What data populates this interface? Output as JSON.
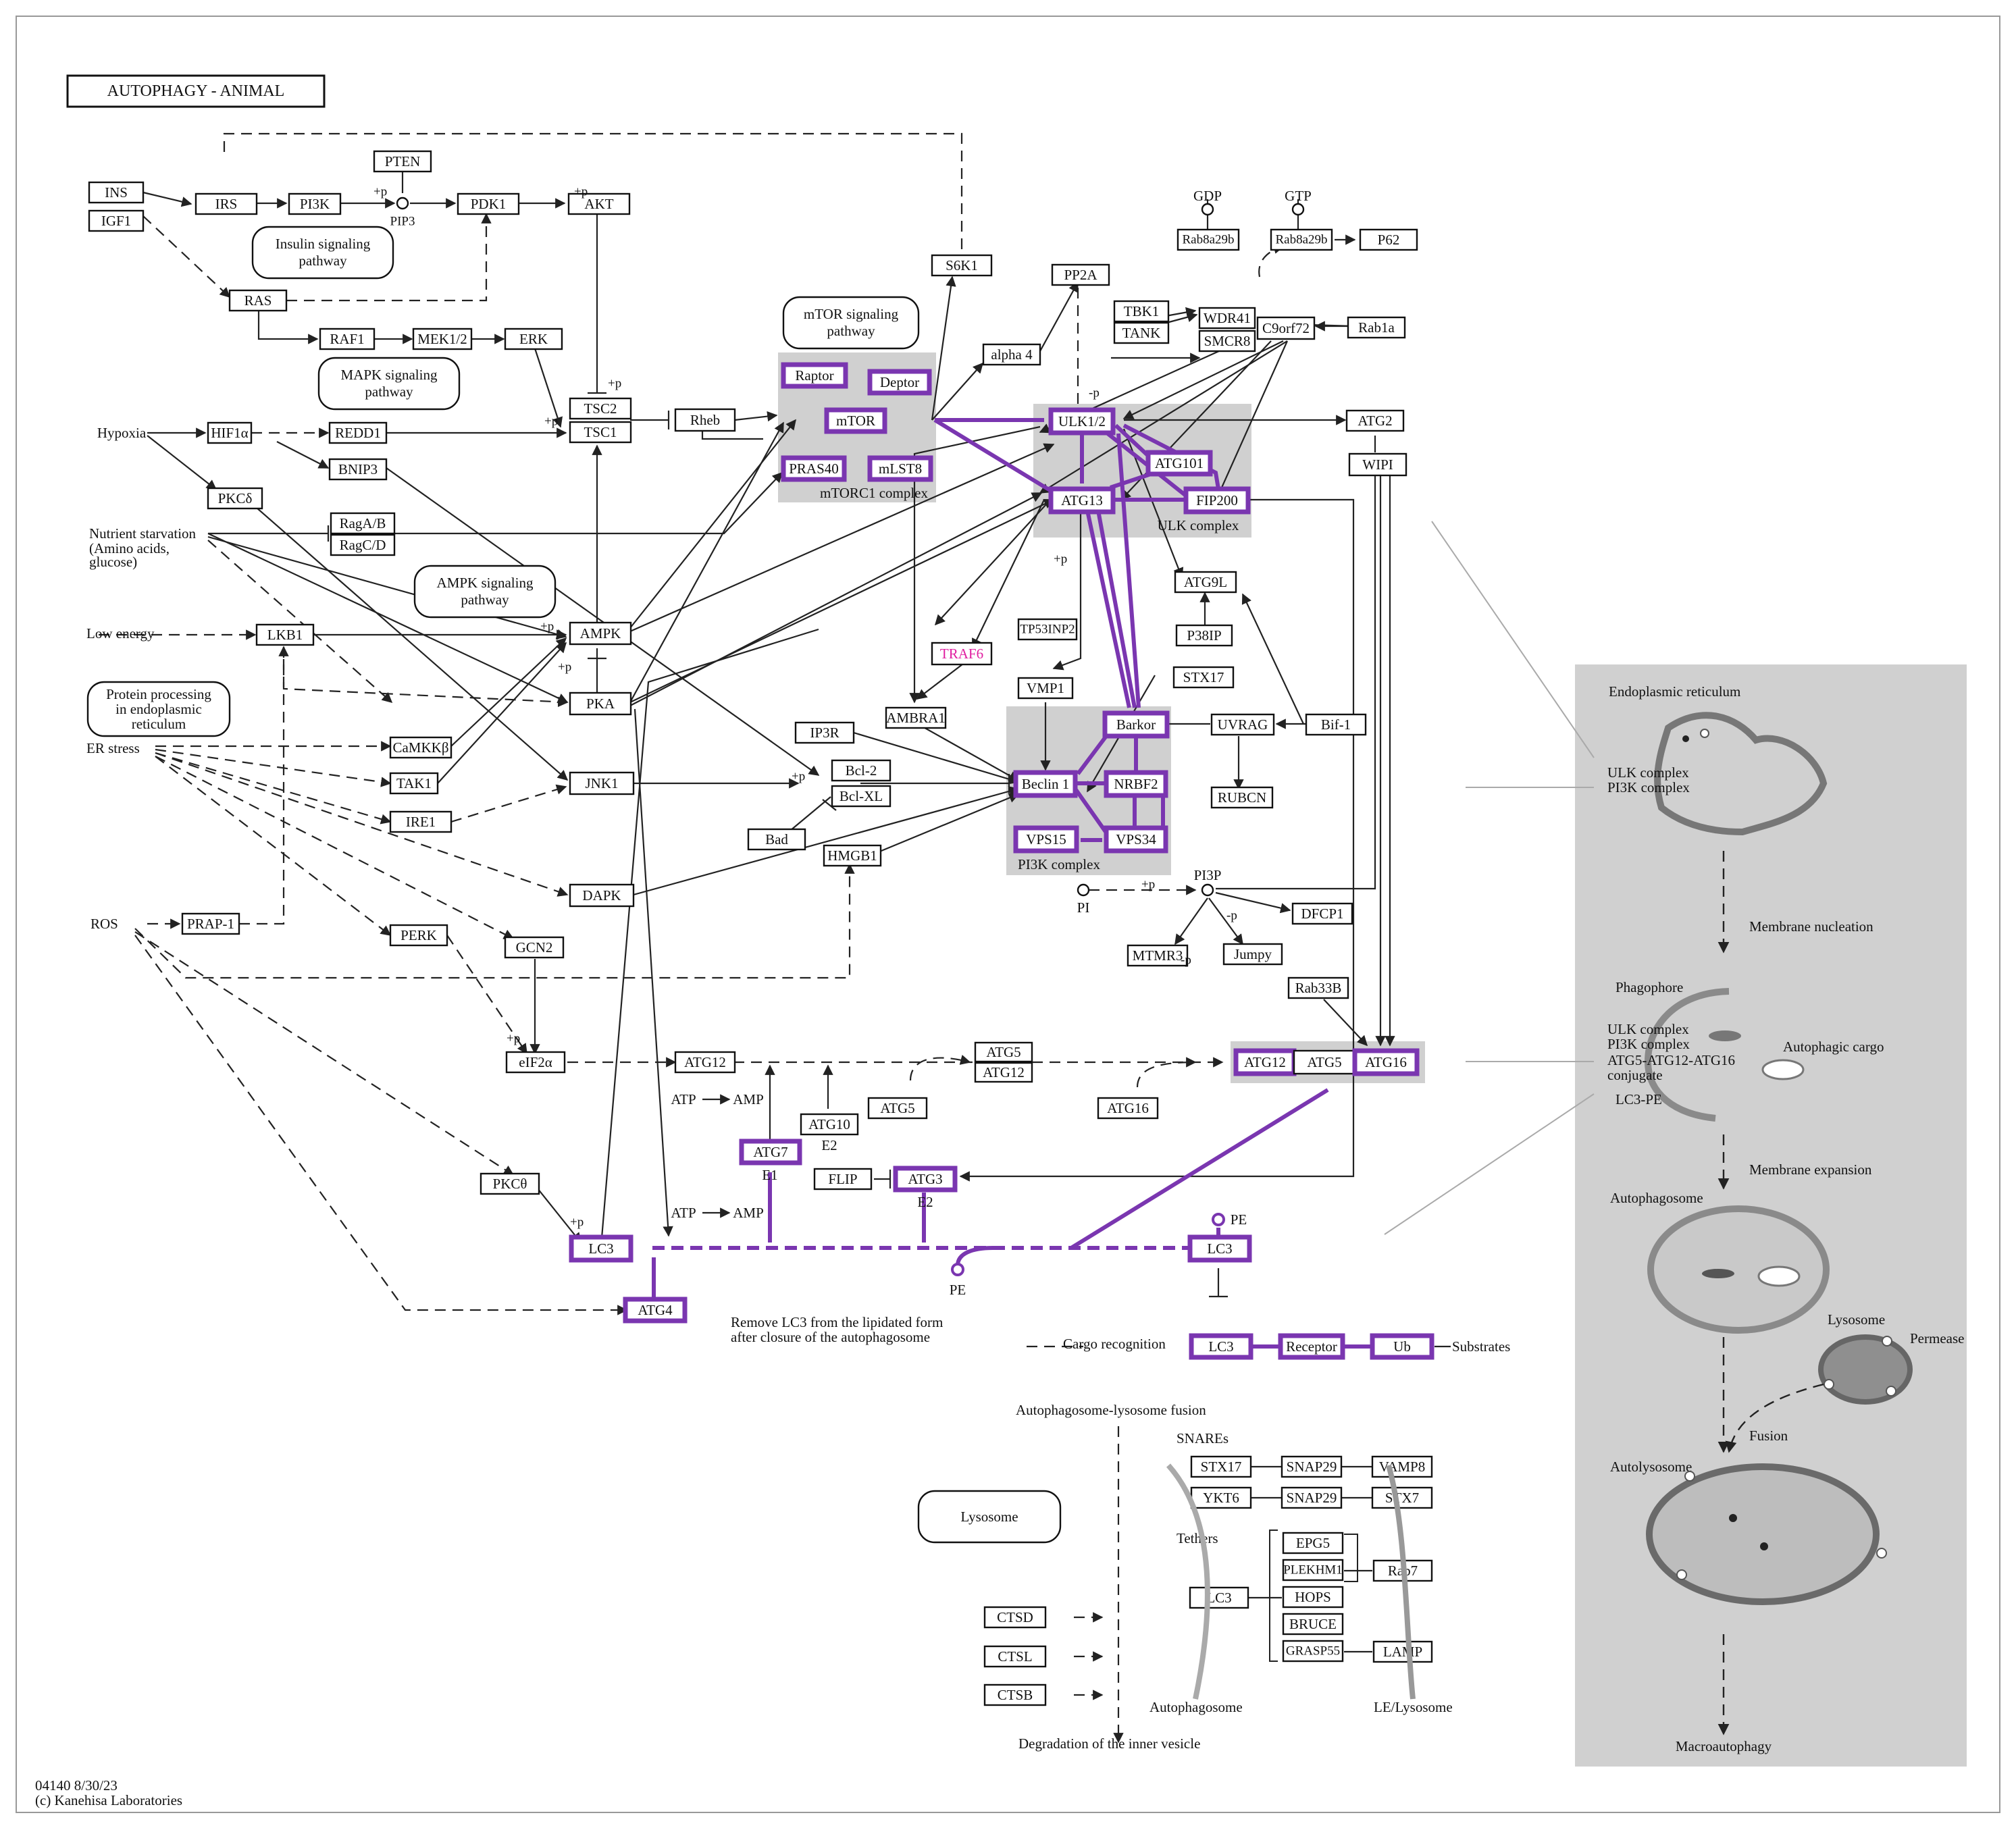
{
  "title": "AUTOPHAGY - ANIMAL",
  "footer": {
    "code": "04140 8/30/23",
    "copyright": "(c) Kanehisa Laboratories"
  },
  "colors": {
    "highlight": "#7a36b0",
    "traf6_text": "#e01ea0",
    "complex_bg": "#d0d0d0",
    "line": "#222222"
  },
  "nodes": {
    "INS": "INS",
    "IGF1": "IGF1",
    "IRS": "IRS",
    "PI3K": "PI3K",
    "PTEN": "PTEN",
    "PDK1": "PDK1",
    "AKT": "AKT",
    "RAS": "RAS",
    "RAF1": "RAF1",
    "MEK12": "MEK1/2",
    "ERK": "ERK",
    "TSC2": "TSC2",
    "TSC1": "TSC1",
    "Rheb": "Rheb",
    "HIF1a": "HIF1α",
    "REDD1": "REDD1",
    "BNIP3": "BNIP3",
    "PKCd": "PKCδ",
    "RagAB": "RagA/B",
    "RagCD": "RagC/D",
    "LKB1": "LKB1",
    "AMPK": "AMPK",
    "PKA": "PKA",
    "CaMKKb": "CaMKKβ",
    "TAK1": "TAK1",
    "IRE1": "IRE1",
    "JNK1": "JNK1",
    "DAPK": "DAPK",
    "PRAP1": "PRAP-1",
    "PERK": "PERK",
    "GCN2": "GCN2",
    "eIF2a": "eIF2α",
    "PKCq": "PKCθ",
    "S6K1": "S6K1",
    "Raptor": "Raptor",
    "Deptor": "Deptor",
    "mTOR": "mTOR",
    "PRAS40": "PRAS40",
    "mLST8": "mLST8",
    "alpha4": "alpha 4",
    "PP2A": "PP2A",
    "TBK1": "TBK1",
    "TANK": "TANK",
    "WDR41": "WDR41",
    "SMCR8": "SMCR8",
    "C9orf72": "C9orf72",
    "Rab1a": "Rab1a",
    "Rab8a29b_1": "Rab8a29b",
    "Rab8a29b_2": "Rab8a29b",
    "P62": "P62",
    "ULK12": "ULK1/2",
    "ATG13": "ATG13",
    "ATG101": "ATG101",
    "FIP200": "FIP200",
    "ATG2": "ATG2",
    "WIPI": "WIPI",
    "ATG9L": "ATG9L",
    "P38IP": "P38IP",
    "TP53INP2": "TP53INP2",
    "TRAF6": "TRAF6",
    "VMP1": "VMP1",
    "AMBRA1": "AMBRA1",
    "STX17a": "STX17",
    "Barkor": "Barkor",
    "UVRAG": "UVRAG",
    "Bif1": "Bif-1",
    "IP3R": "IP3R",
    "Bcl2": "Bcl-2",
    "BclXL": "Bcl-XL",
    "Bad": "Bad",
    "HMGB1": "HMGB1",
    "Beclin1": "Beclin 1",
    "NRBF2": "NRBF2",
    "RUBCN": "RUBCN",
    "VPS15": "VPS15",
    "VPS34": "VPS34",
    "MTMR3": "MTMR3",
    "Jumpy": "Jumpy",
    "DFCP1": "DFCP1",
    "Rab33B": "Rab33B",
    "ATG12a": "ATG12",
    "ATG5a": "ATG5",
    "ATG12b": "ATG12",
    "ATG5b": "ATG5",
    "ATG16a": "ATG16",
    "ATG12c": "ATG12",
    "ATG5c": "ATG5",
    "ATG16c": "ATG16",
    "ATG7": "ATG7",
    "ATG10": "ATG10",
    "FLIP": "FLIP",
    "ATG3": "ATG3",
    "LC3a": "LC3",
    "LC3b": "LC3",
    "ATG4": "ATG4",
    "LC3c": "LC3",
    "Receptor": "Receptor",
    "Ub": "Ub",
    "STX17b": "STX17",
    "SNAP29a": "SNAP29",
    "VAMP8": "VAMP8",
    "YKT6": "YKT6",
    "SNAP29b": "SNAP29",
    "STX7": "STX7",
    "EPG5": "EPG5",
    "PLEKHM1": "PLEKHM1",
    "HOPS": "HOPS",
    "BRUCE": "BRUCE",
    "GRASP55": "GRASP55",
    "LC3d": "LC3",
    "Rab7": "Rab7",
    "LAMP": "LAMP",
    "CTSD": "CTSD",
    "CTSL": "CTSL",
    "CTSB": "CTSB"
  },
  "pathways": {
    "insulin": [
      "Insulin signaling",
      "pathway"
    ],
    "mapk": [
      "MAPK signaling",
      "pathway"
    ],
    "mtor": [
      "mTOR signaling",
      "pathway"
    ],
    "ampk": [
      "AMPK signaling",
      "pathway"
    ],
    "er": [
      "Protein processing",
      "in endoplasmic",
      "reticulum"
    ],
    "lysosome": [
      "Lysosome"
    ]
  },
  "labels": {
    "hypoxia": "Hypoxia",
    "nutrient": [
      "Nutrient starvation",
      "(Amino acids,",
      "glucose)"
    ],
    "low_energy": "Low energy",
    "er_stress": "ER stress",
    "ros": "ROS",
    "mtorc1": "mTORC1 complex",
    "ulk_complex": "ULK complex",
    "pi3k_complex": "PI3K complex",
    "pip3": "PIP3",
    "gdp": "GDP",
    "gtp": "GTP",
    "pi": "PI",
    "pi3p": "PI3P",
    "pe1": "PE",
    "pe2": "PE",
    "atp1": "ATP",
    "amp1": "AMP",
    "atp2": "ATP",
    "amp2": "AMP",
    "e1": "E1",
    "e2": "E2",
    "e23": "E2",
    "remove_lc3": [
      "Remove LC3 from the lipidated form",
      "after closure of the autophagosome"
    ],
    "cargo_recognition": "Cargo recognition",
    "substrates": "Substrates",
    "fusion_step": "Autophagosome-lysosome fusion",
    "snares": "SNAREs",
    "tethers": "Tethers",
    "autophagosome_mem": "Autophagosome",
    "le_lysosome": "LE/Lysosome",
    "degradation": "Degradation of the inner vesicle",
    "mod_p": "+p",
    "mod_mp": "-p"
  },
  "panel": {
    "er": "Endoplasmic reticulum",
    "ulk_complex": "ULK complex",
    "pi3k_complex": "PI3K complex",
    "membrane_nucleation": "Membrane nucleation",
    "phagophore": "Phagophore",
    "ulk_complex2": "ULK complex",
    "pi3k_complex2": "PI3K complex",
    "atg_conj": [
      "ATG5-ATG12-ATG16",
      "conjugate"
    ],
    "lc3_pe": "LC3-PE",
    "autophagic_cargo": "Autophagic cargo",
    "membrane_expansion": "Membrane expansion",
    "autophagosome": "Autophagosome",
    "lysosome": "Lysosome",
    "permease": "Permease",
    "fusion": "Fusion",
    "autolysosome": "Autolysosome",
    "macroautophagy": "Macroautophagy"
  }
}
